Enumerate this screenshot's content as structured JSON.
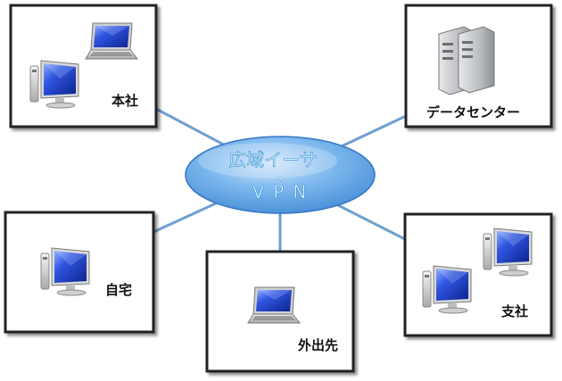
{
  "center": {
    "line1": "広域イーサ",
    "line2": "VPN"
  },
  "nodes": {
    "honsha": {
      "label": "本社"
    },
    "datacenter": {
      "label": "データセンター"
    },
    "jitaku": {
      "label": "自宅"
    },
    "gaishutsu": {
      "label": "外出先"
    },
    "shisha": {
      "label": "支社"
    }
  },
  "colors": {
    "link": "#6f9fd0",
    "box_border": "#222222",
    "cloud_fill": "#5aa6e8",
    "screen": "#1b3fbf"
  },
  "icons": [
    "laptop-icon",
    "monitor-pc-icon",
    "server-icon"
  ]
}
